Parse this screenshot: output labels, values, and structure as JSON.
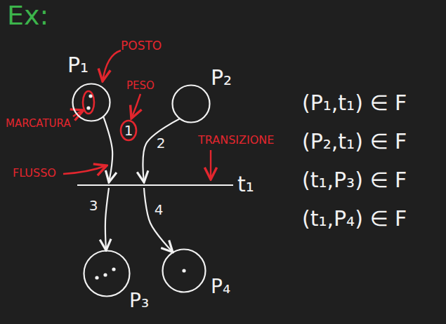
{
  "diagram": {
    "title": "Ex:",
    "nodes": [
      {
        "text": [
          "P₁"
        ]
      },
      {
        "text": [
          "P₂"
        ]
      },
      {
        "text": [
          "t₁"
        ]
      },
      {
        "text": [
          "P₃"
        ]
      },
      {
        "text": [
          "P₄"
        ]
      }
    ],
    "edges": [
      {
        "from": 0,
        "to": 2,
        "arrow": "to",
        "label": "1"
      },
      {
        "from": 1,
        "to": 2,
        "arrow": "to",
        "label": "2"
      },
      {
        "from": 2,
        "to": 3,
        "arrow": "to",
        "label": "3"
      },
      {
        "from": 2,
        "to": 4,
        "arrow": "to",
        "label": "4"
      }
    ],
    "labels": [
      "POSTO",
      "PESO",
      "MARCATURA",
      "TRANSIZIONE",
      "FLUSSO",
      "(P₁,t₁) ∈ F",
      "(P₂,t₁) ∈ F",
      "(t₁,P₃) ∈ F",
      "(t₁,P₄) ∈ F"
    ]
  }
}
